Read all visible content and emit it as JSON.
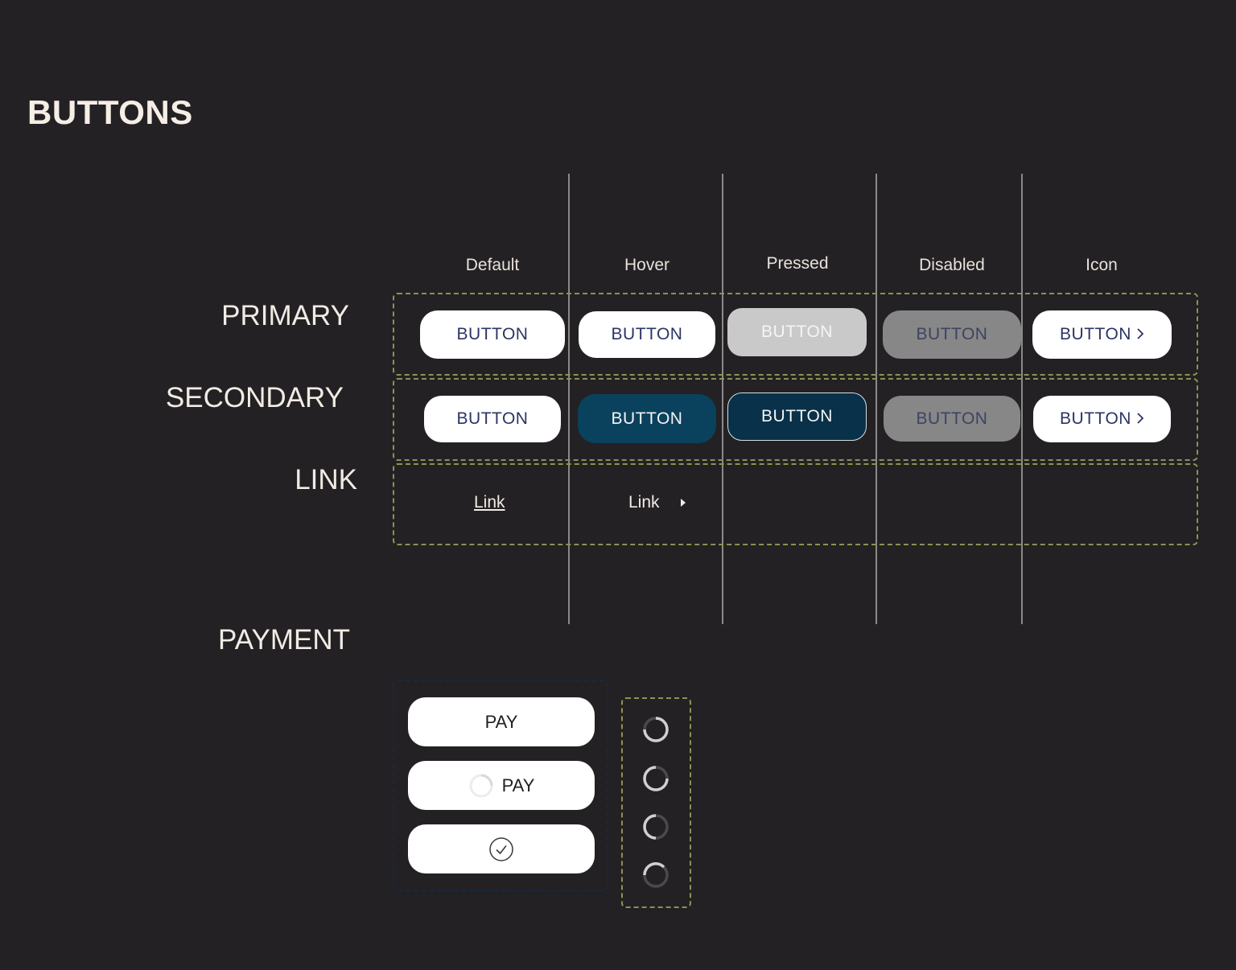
{
  "page": {
    "title": "BUTTONS"
  },
  "columns": [
    "Default",
    "Hover",
    "Pressed",
    "Disabled",
    "Icon"
  ],
  "rows": {
    "primary": "PRIMARY",
    "secondary": "SECONDARY",
    "link": "LINK",
    "payment": "PAYMENT"
  },
  "primary": {
    "default": "BUTTON",
    "hover": "BUTTON",
    "pressed": "BUTTON",
    "disabled": "BUTTON",
    "icon": "BUTTON",
    "icon_glyph": "chevron-right-icon"
  },
  "secondary": {
    "default": "BUTTON",
    "hover": "BUTTON",
    "pressed": "BUTTON",
    "disabled": "BUTTON",
    "icon": "BUTTON",
    "icon_glyph": "chevron-right-icon"
  },
  "link": {
    "default": "Link",
    "hover": "Link",
    "hover_glyph": "caret-right-icon"
  },
  "payment": {
    "pay": "PAY",
    "pay_loading": "PAY",
    "success_glyph": "check-circle-icon",
    "spinner_glyph": "spinner-icon"
  },
  "colors": {
    "background": "#232124",
    "dashed_border": "#8e9154",
    "payment_border": "#18293f",
    "secondary_hover": "#0a415d",
    "secondary_pressed": "#093149",
    "disabled": "#878787",
    "text_navy": "#2c3464"
  }
}
